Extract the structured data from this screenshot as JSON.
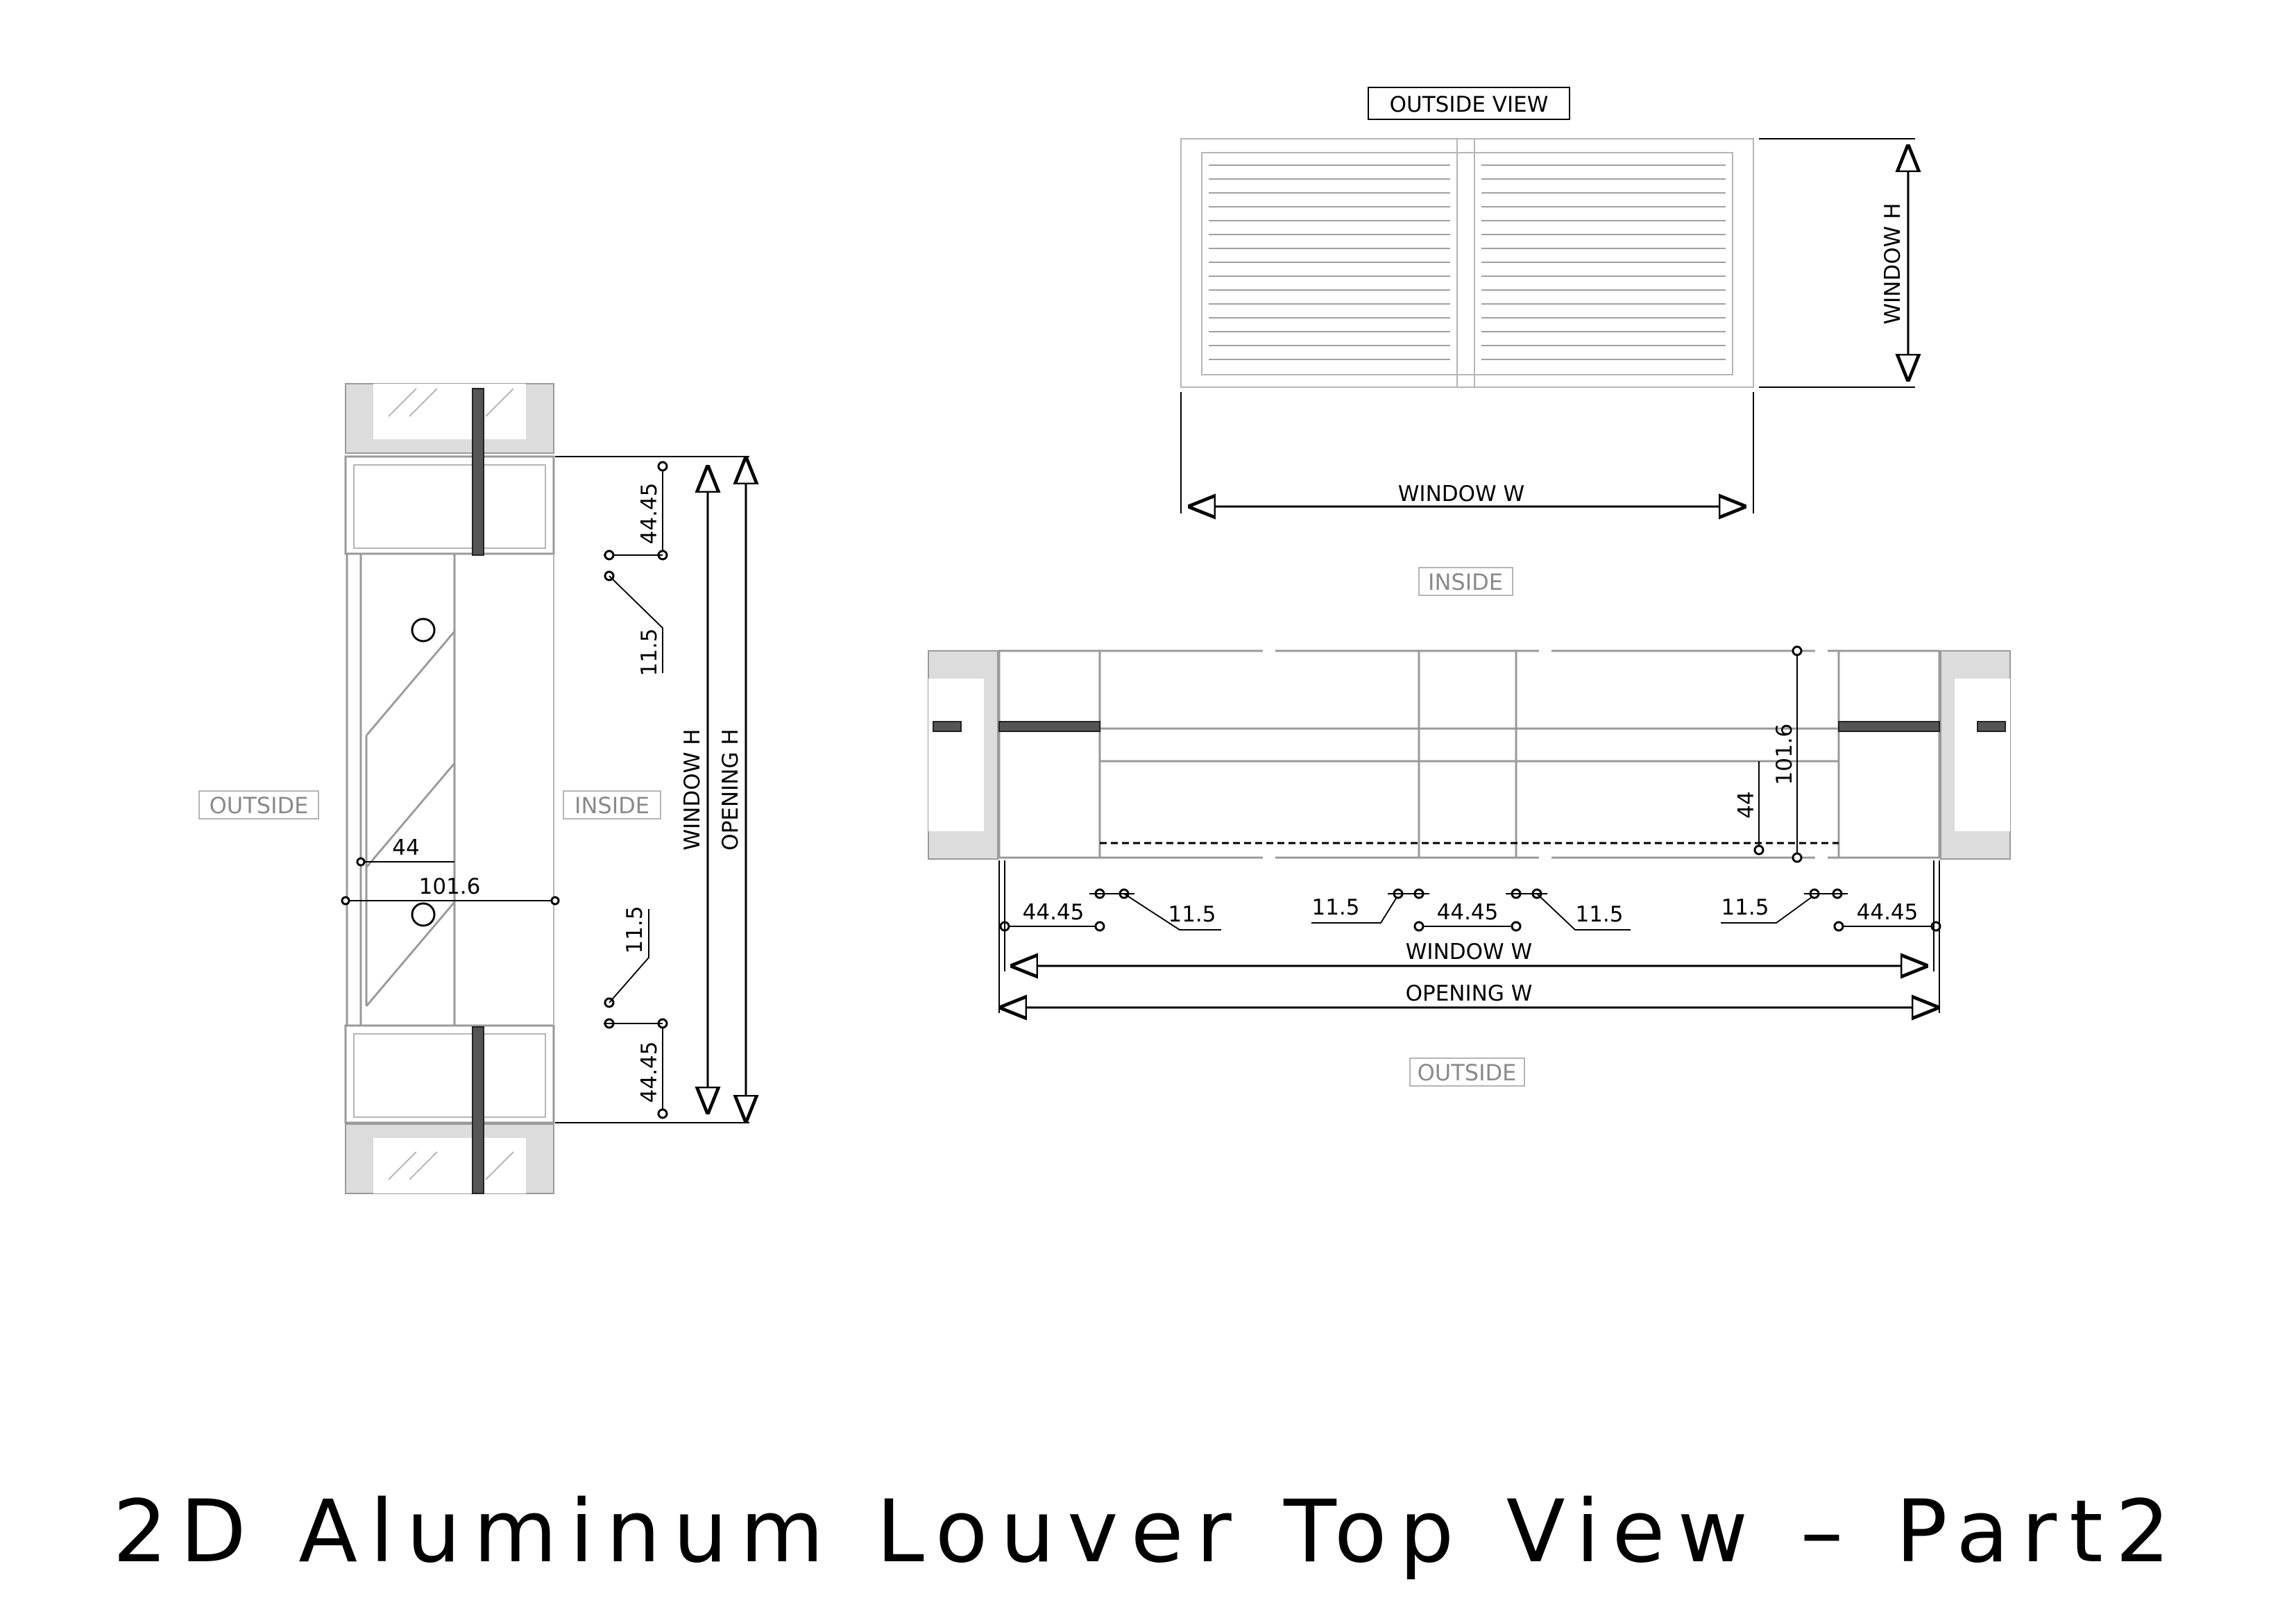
{
  "title": "2D Aluminum Louver Top View – Part2",
  "outside_view": {
    "label": "OUTSIDE VIEW",
    "width_label": "WINDOW   W",
    "height_label": "WINDOW   H"
  },
  "section_view": {
    "outside_label": "OUTSIDE",
    "inside_label": "INSIDE",
    "dims": {
      "top_frame": "44.45",
      "top_gap": "11.5",
      "bottom_gap": "11.5",
      "bottom_frame": "44.45",
      "depth_44": "44",
      "depth_1016": "101.6",
      "window_h": "WINDOW   H",
      "opening_h": "OPENING   H"
    }
  },
  "plan_view": {
    "inside_label": "INSIDE",
    "outside_label": "OUTSIDE",
    "dims": {
      "left_frame": "44.45",
      "left_gap": "11.5",
      "mid_gap_left": "11.5",
      "mid_frame": "44.45",
      "mid_gap_right": "11.5",
      "right_gap": "11.5",
      "right_frame": "44.45",
      "depth_44": "44",
      "depth_1016": "101.6",
      "window_w": "WINDOW   W",
      "opening_w": "OPENING   W"
    }
  },
  "colors": {
    "line": "#000000",
    "gray": "#9a9a9a",
    "wall_fill": "#dcdcdc"
  }
}
